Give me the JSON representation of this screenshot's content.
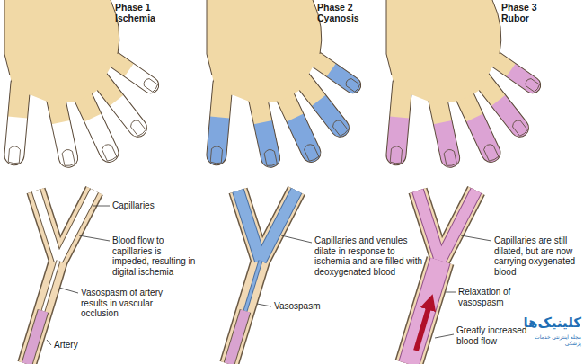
{
  "diagram": {
    "labels": [
      "Phase 1",
      "Ischemia",
      "Phase 2",
      "Cyanosis",
      "Phase 3",
      "Rubor",
      "Capillaries",
      "Blood flow to capillaries is impeded, resulting in digital ischemia",
      "Vasospasm of artery results in vascular occlusion",
      "Artery",
      "Capillaries and venules dilate in response to ischemia and are filled with deoxygenated blood",
      "Vasospasm",
      "Capillaries are still dilated, but are now carrying oxygenated blood",
      "Relaxation of vasospasm",
      "Greatly increased blood flow",
      "کلینیک‌ها",
      "مجله اینترنتی خدمات پزشکی"
    ]
  }
}
